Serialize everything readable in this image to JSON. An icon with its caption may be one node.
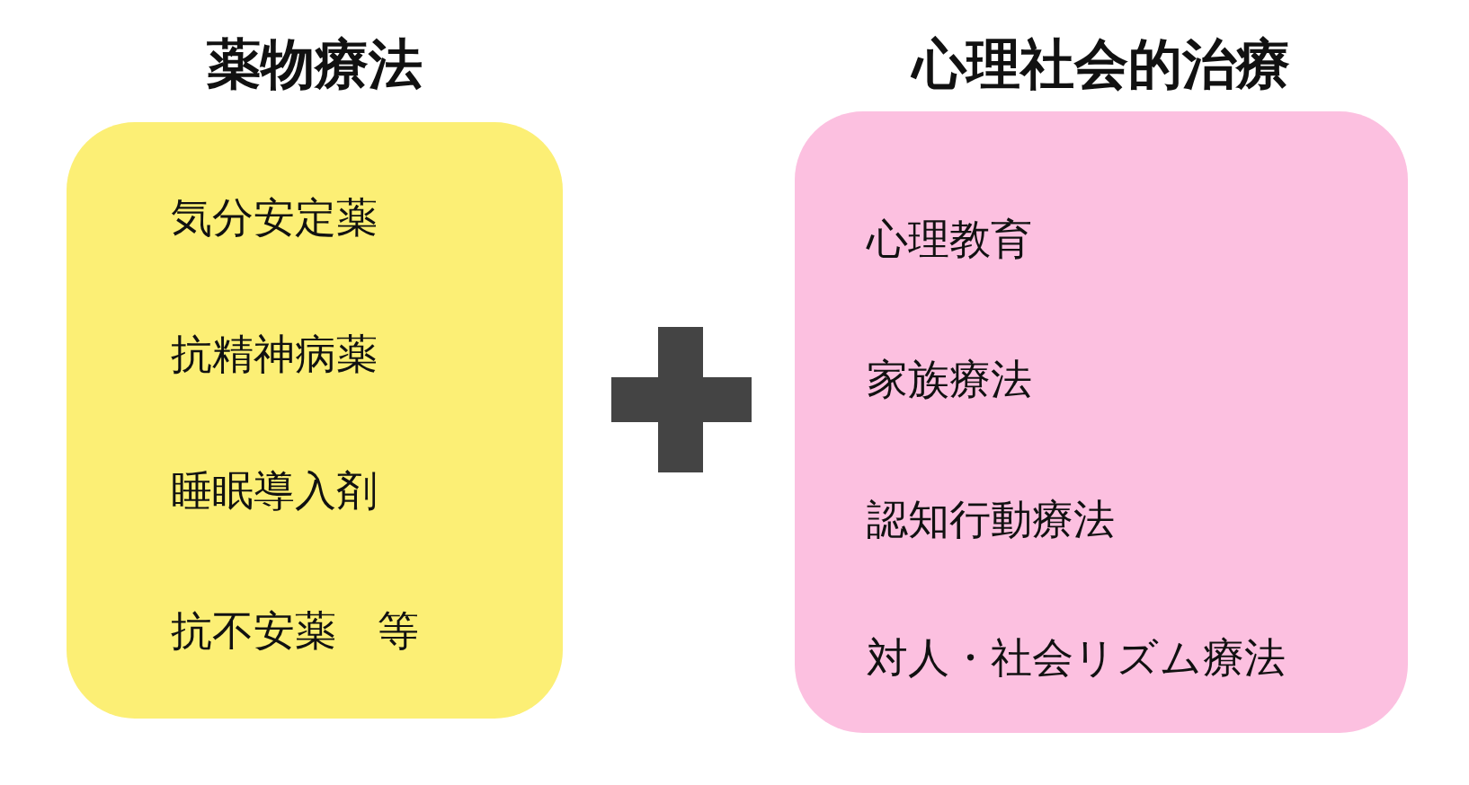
{
  "diagram": {
    "nodes": [
      {
        "text": [
          "薬物療法",
          "気分安定薬",
          "抗精神病薬",
          "睡眠導入剤",
          "抗不安薬　等"
        ]
      },
      {
        "text": [
          "心理社会的治療",
          "心理教育",
          "家族療法",
          "認知行動療法",
          "対人・社会リズム療法"
        ]
      }
    ]
  }
}
